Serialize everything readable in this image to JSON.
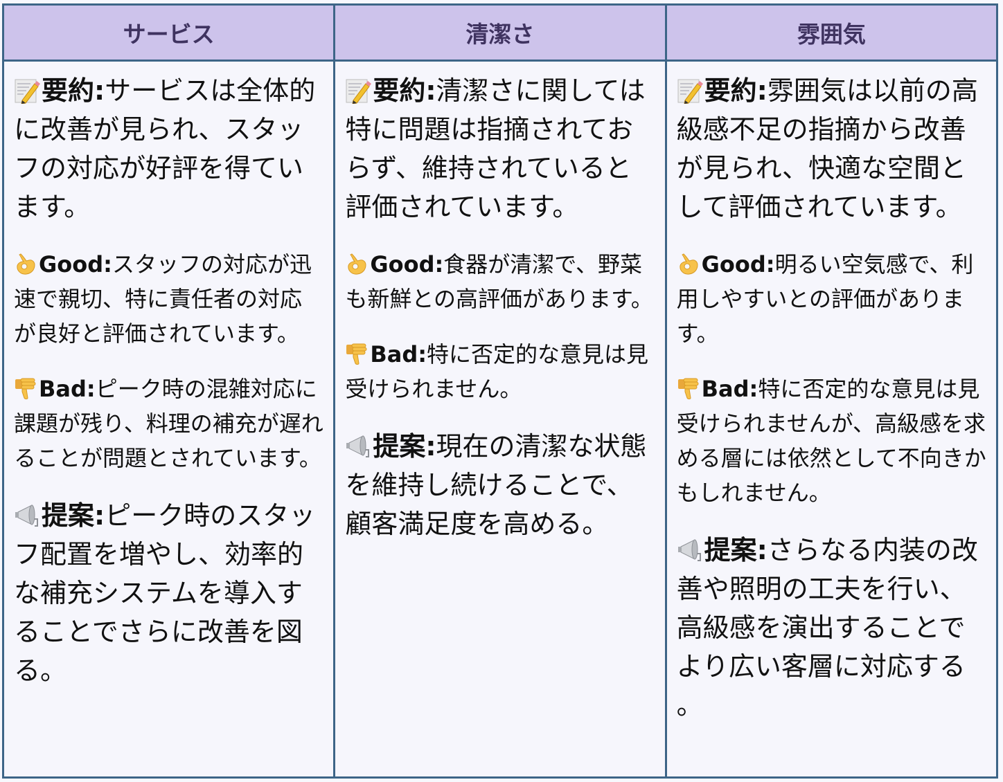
{
  "colors": {
    "header_bg": "#cdc3eb",
    "header_text": "#3f3360",
    "border": "#3d6587",
    "cell_bg": "#f6f6fc"
  },
  "columns": [
    {
      "header": "サービス",
      "summary": {
        "icon": "memo-icon",
        "label": "要約:",
        "text": "サービスは全体的に改善が見られ、スタッフの対応が好評を得ています。"
      },
      "good": {
        "icon": "ok-hand-icon",
        "label": "Good:",
        "text": "スタッフの対応が迅速で親切、特に責任者の対応が良好と評価されています。"
      },
      "bad": {
        "icon": "thumbs-down-icon",
        "label": "Bad:",
        "text": "ピーク時の混雑対応に課題が残り、料理の補充が遅れることが問題とされています。"
      },
      "proposal": {
        "icon": "megaphone-icon",
        "label": "提案:",
        "text": "ピーク時のスタッフ配置を増やし、効率的な補充システムを導入することでさらに改善を図る。"
      }
    },
    {
      "header": "清潔さ",
      "summary": {
        "icon": "memo-icon",
        "label": "要約:",
        "text": "清潔さに関しては特に問題は指摘されておらず、維持されていると評価されています。"
      },
      "good": {
        "icon": "ok-hand-icon",
        "label": "Good:",
        "text": "食器が清潔で、野菜も新鮮との高評価があります。"
      },
      "bad": {
        "icon": "thumbs-down-icon",
        "label": "Bad:",
        "text": "特に否定的な意見は見受けられません。"
      },
      "proposal": {
        "icon": "megaphone-icon",
        "label": "提案:",
        "text": "現在の清潔な状態を維持し続けることで、顧客満足度を高める。"
      }
    },
    {
      "header": "雰囲気",
      "summary": {
        "icon": "memo-icon",
        "label": "要約:",
        "text": "雰囲気は以前の高級感不足の指摘から改善が見られ、快適な空間として評価されています。"
      },
      "good": {
        "icon": "ok-hand-icon",
        "label": "Good:",
        "text": "明るい空気感で、利用しやすいとの評価があります。"
      },
      "bad": {
        "icon": "thumbs-down-icon",
        "label": "Bad:",
        "text": "特に否定的な意見は見受けられませんが、高級感を求める層には依然として不向きかもしれません。"
      },
      "proposal": {
        "icon": "megaphone-icon",
        "label": "提案:",
        "text": "さらなる内装の改善や照明の工夫を行い、高級感を演出することでより広い客層に対応する。"
      }
    }
  ]
}
